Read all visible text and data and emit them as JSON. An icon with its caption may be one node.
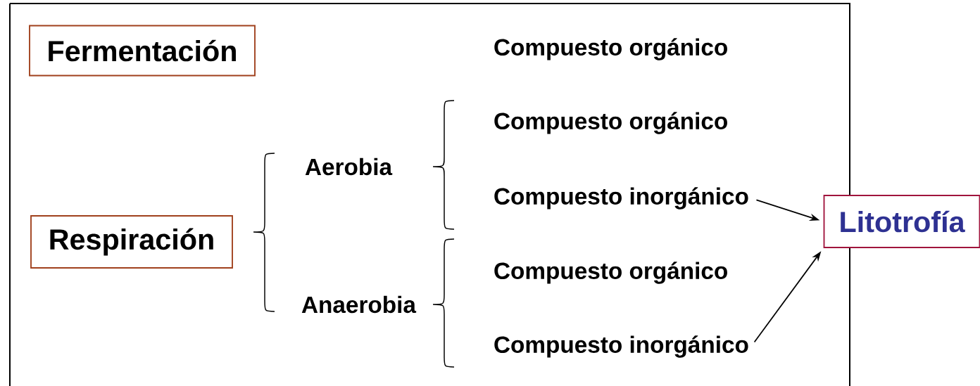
{
  "diagram": {
    "nodes": [
      {
        "text": [
          "Fermentación"
        ]
      },
      {
        "text": [
          "Respiración"
        ]
      },
      {
        "text": [
          "Compuesto inorgánico"
        ]
      },
      {
        "text": [
          "Compuesto inorgánico"
        ]
      },
      {
        "text": [
          "Litotrofía"
        ]
      }
    ],
    "edges": [
      {
        "from": 2,
        "to": 4,
        "arrow": "to"
      },
      {
        "from": 3,
        "to": 4,
        "arrow": "to"
      }
    ],
    "labels": [
      "Compuesto orgánico",
      "Compuesto orgánico",
      "Aerobia",
      "Compuesto orgánico",
      "Anaerobia"
    ]
  }
}
